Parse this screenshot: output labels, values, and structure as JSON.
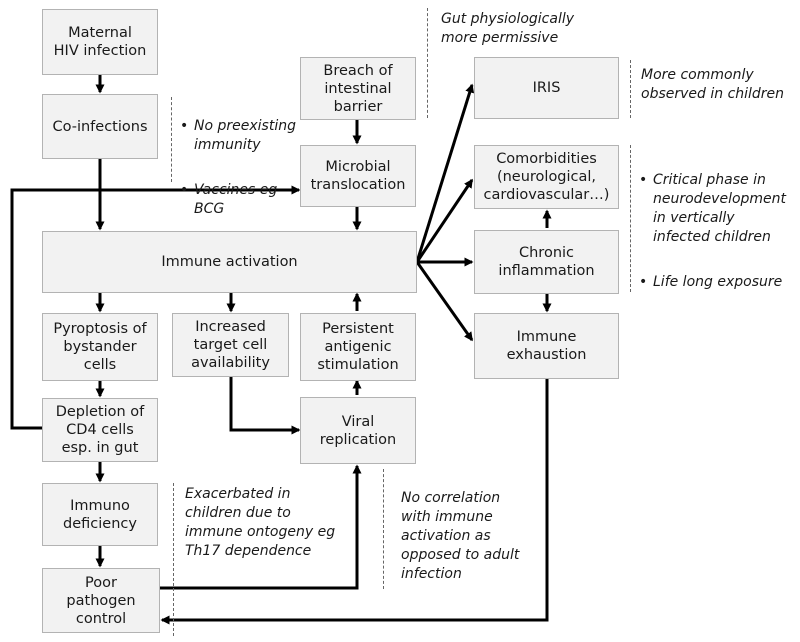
{
  "boxes": {
    "maternal_hiv": "Maternal\nHIV infection",
    "coinfections": "Co-infections",
    "breach": "Breach of\nintestinal\nbarrier",
    "microbial": "Microbial\ntranslocation",
    "immune_activation": "Immune activation",
    "pyroptosis": "Pyroptosis of\nbystander\ncells",
    "target_cell": "Increased\ntarget cell\navailability",
    "persistent": "Persistent\nantigenic\nstimulation",
    "depletion": "Depletion of\nCD4 cells\nesp. in gut",
    "viral": "Viral\nreplication",
    "immunodef": "Immuno\ndeficiency",
    "poor_control": "Poor\npathogen\ncontrol",
    "iris": "IRIS",
    "comorbidities": "Comorbidities\n(neurological,\ncardiovascular…)",
    "chronic": "Chronic\ninflammation",
    "exhaustion": "Immune\nexhaustion"
  },
  "notes": {
    "gut": "Gut physiologically\nmore permissive",
    "coinf_bullets": [
      "No preexisting\nimmunity",
      "Vaccines eg\nBCG"
    ],
    "iris": "More commonly\nobserved in children",
    "comorb_bullets": [
      "Critical phase in\nneurodevelopment\nin vertically\ninfected children",
      "Life long exposure"
    ],
    "exacerbated": "Exacerbated in\nchildren due to\nimmune ontogeny eg\nTh17 dependence",
    "no_correlation": "No correlation\nwith immune\nactivation as\nopposed to adult\ninfection"
  }
}
